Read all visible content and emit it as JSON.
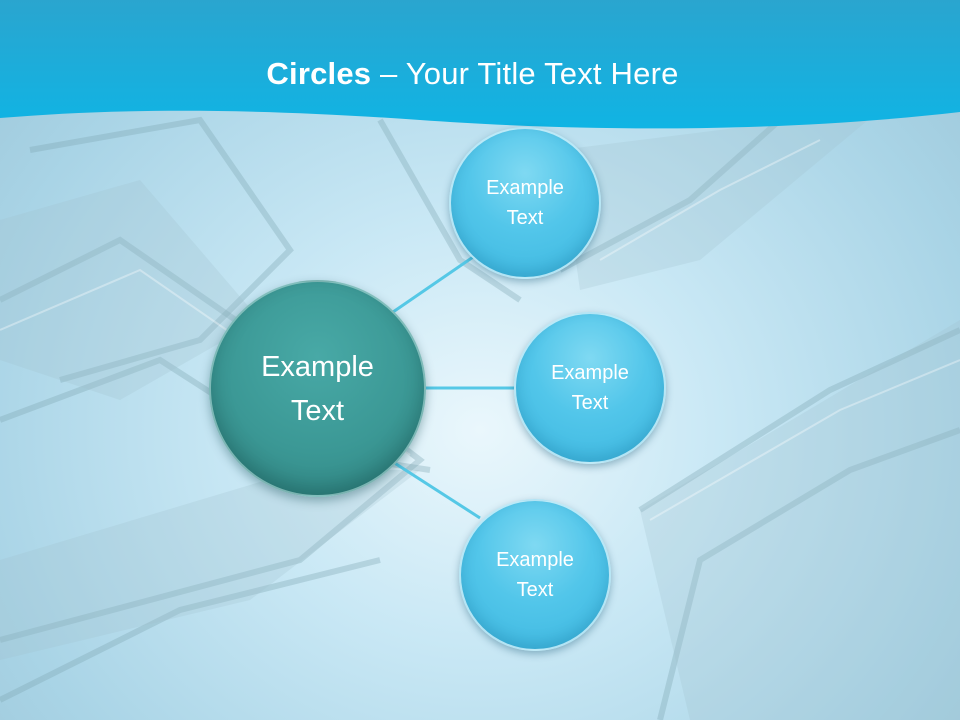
{
  "title": {
    "bold": "Circles",
    "rest": " – Your Title Text Here"
  },
  "diagram": {
    "center": {
      "line1": "Example",
      "line2": "Text"
    },
    "nodes": [
      {
        "line1": "Example",
        "line2": "Text"
      },
      {
        "line1": "Example",
        "line2": "Text"
      },
      {
        "line1": "Example",
        "line2": "Text"
      }
    ]
  },
  "colors": {
    "header": "#1fb0dc",
    "center_circle": "#3b9895",
    "node_circle": "#52c6ea",
    "connector": "#55c8e6"
  }
}
